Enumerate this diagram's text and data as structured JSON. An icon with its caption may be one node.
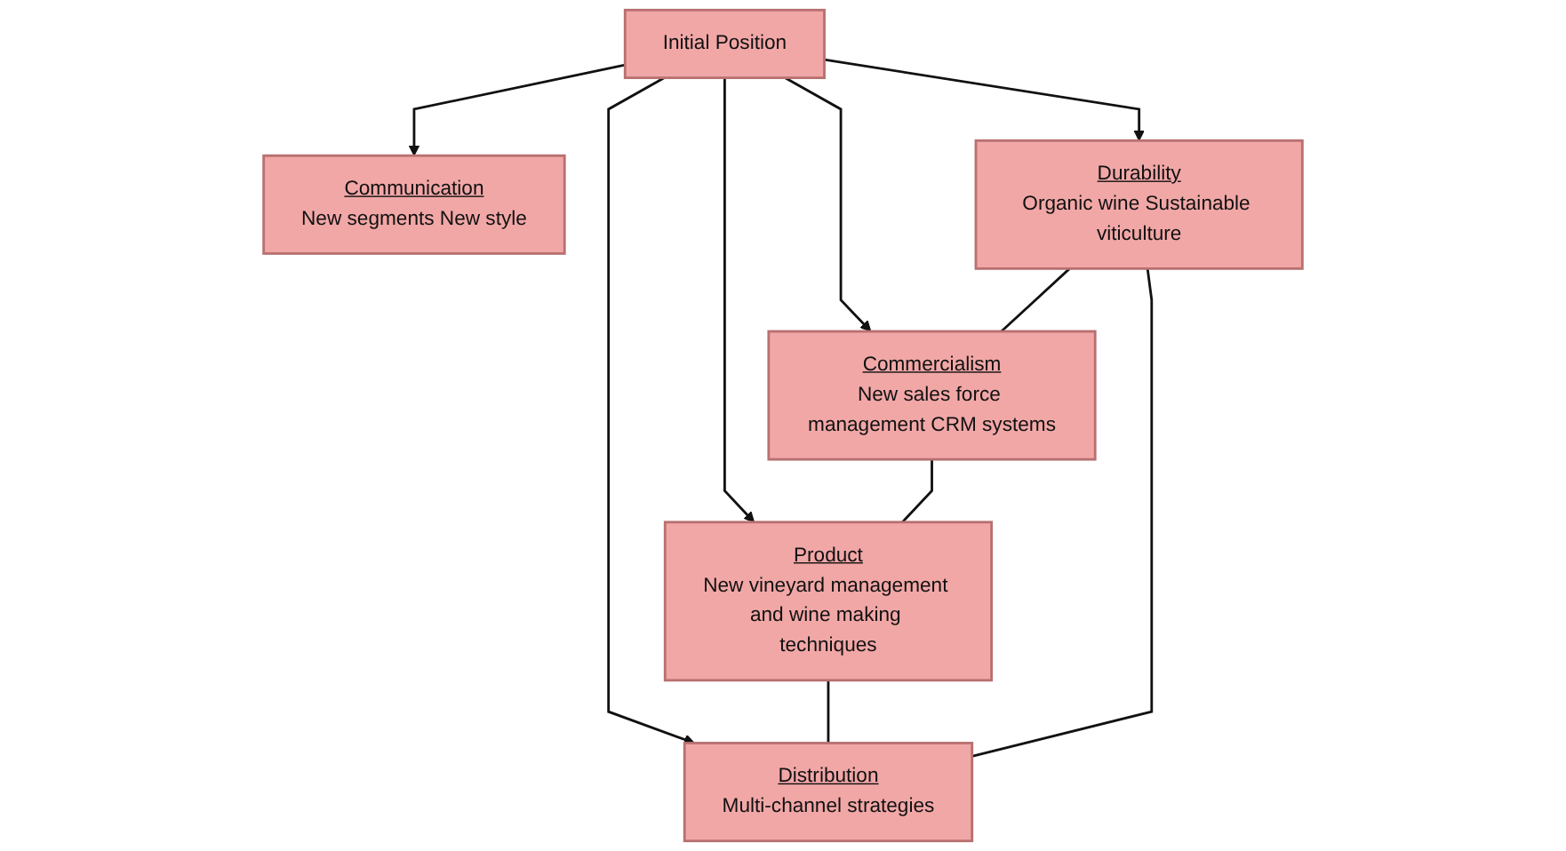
{
  "diagram": {
    "nodes": [
      {
        "text": [
          "Communication",
          "New segments New style"
        ]
      },
      {
        "text": [
          "Durability",
          "Organic wine Sustainable viticulture"
        ]
      },
      {
        "text": [
          "Distribution",
          "Multi-channel strategies"
        ]
      },
      {
        "text": [
          "Initial Position"
        ]
      },
      {
        "text": [
          "Product",
          "New vineyard management and wine making techniques"
        ]
      },
      {
        "text": [
          "Commercialism",
          "New sales force management CRM systems"
        ]
      }
    ],
    "edges": [
      {
        "from": 3,
        "to": 0,
        "arrow": "to"
      },
      {
        "from": 3,
        "to": 1,
        "arrow": "to"
      },
      {
        "from": 3,
        "to": 2,
        "arrow": "to"
      },
      {
        "from": 3,
        "to": 4,
        "arrow": "to"
      },
      {
        "from": 3,
        "to": 5,
        "arrow": "to"
      },
      {
        "from": 2,
        "to": 1,
        "arrow": "none"
      },
      {
        "from": 1,
        "to": 5,
        "arrow": "none"
      },
      {
        "from": 5,
        "to": 4,
        "arrow": "none"
      },
      {
        "from": 4,
        "to": 2,
        "arrow": "none"
      }
    ]
  }
}
